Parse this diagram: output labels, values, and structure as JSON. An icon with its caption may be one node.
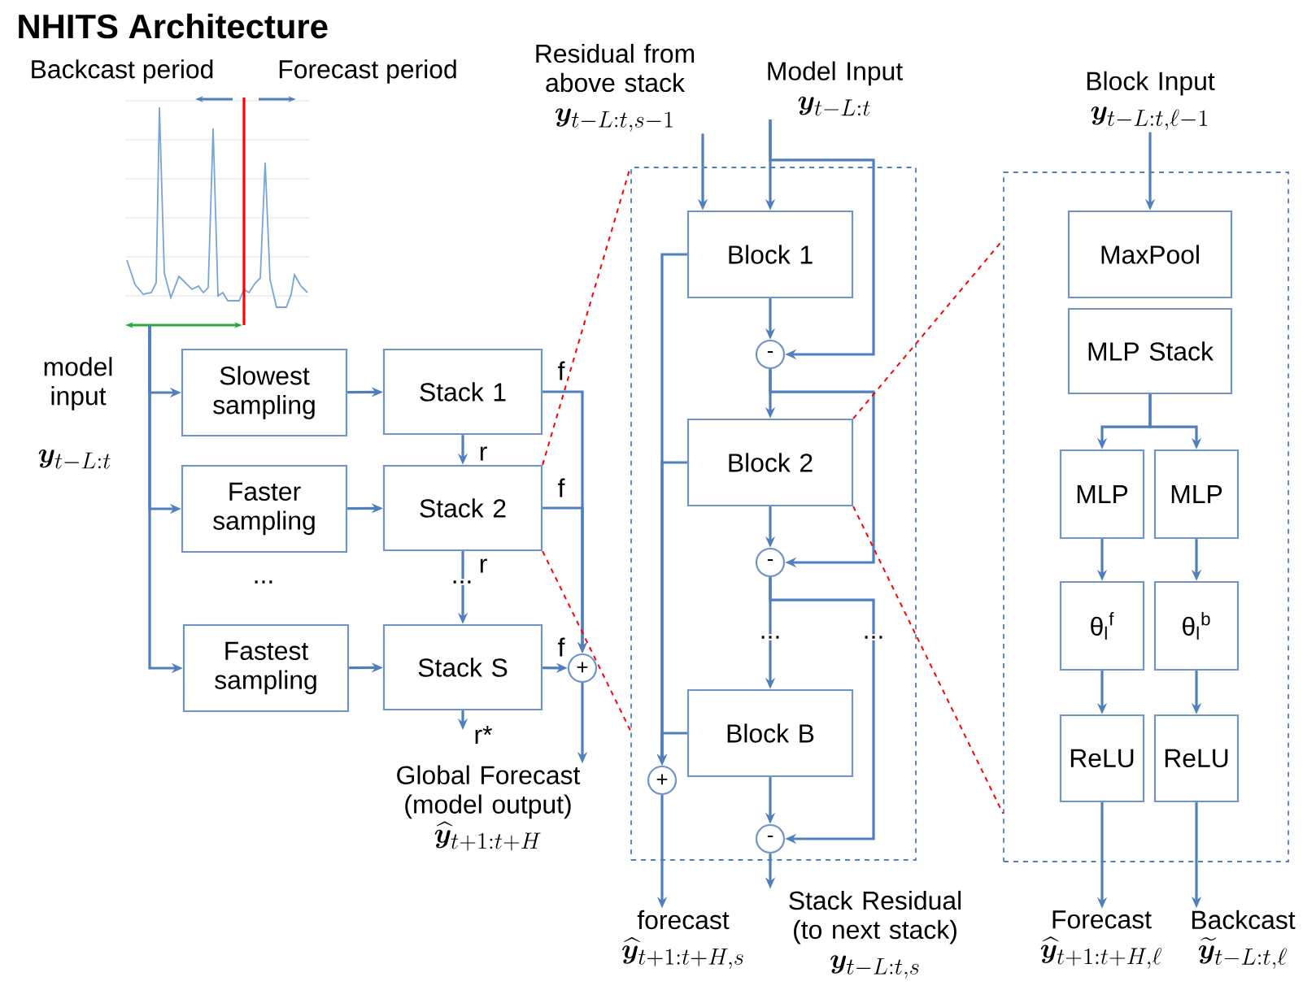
{
  "diagram": {
    "title": "NHITS Architecture",
    "nodes": [
      {
        "text": [],
        "shape": "picture"
      },
      {
        "text": [
          "Slowest sampling"
        ]
      },
      {
        "text": [
          "Faster sampling"
        ]
      },
      {
        "text": [
          "Fastest sampling"
        ]
      },
      {
        "text": [
          "Stack 1"
        ]
      },
      {
        "text": [
          "Stack 2"
        ]
      },
      {
        "text": [
          "Stack S"
        ]
      },
      {
        "text": [
          "+"
        ]
      },
      {
        "text": [
          "Global Forecast (model output)",
          "\\widehat{\\bm{y}}_{t+1:t+H}"
        ]
      },
      {
        "text": [],
        "shape": "box"
      },
      {
        "text": [
          "Residual from above stack",
          "\\bm{y}_{t-L:t,s-1}"
        ]
      },
      {
        "text": [
          "Model Input",
          "\\bm{y}_{t-L:t}"
        ]
      },
      {
        "text": [
          "Block 1"
        ],
        "in": 9
      },
      {
        "text": [
          "-"
        ],
        "in": 9
      },
      {
        "text": [
          "Block 2"
        ],
        "in": 9
      },
      {
        "text": [
          "-"
        ],
        "in": 9
      },
      {
        "text": [
          "Block B"
        ],
        "in": 9
      },
      {
        "text": [
          "-"
        ],
        "in": 9
      },
      {
        "text": [
          "+"
        ],
        "in": 9
      },
      {
        "text": [
          "forecast",
          "\\widehat{\\bm{y}}_{t+1:t+H,s}"
        ]
      },
      {
        "text": [
          "Stack Residual (to next stack)",
          "\\bm{y}_{t-L:t,s}"
        ]
      },
      {
        "text": [],
        "shape": "box"
      },
      {
        "text": [
          "Block Input",
          "\\bm{y}_{t-L:t,\\ell-1}"
        ]
      },
      {
        "text": [
          "MaxPool"
        ],
        "in": 21
      },
      {
        "text": [
          "MLP Stack"
        ],
        "in": 21
      },
      {
        "text": [
          "MLP"
        ],
        "in": 21
      },
      {
        "text": [
          "MLP"
        ],
        "in": 21
      },
      {
        "text": [
          "θ$_{l}$$^{f}$"
        ],
        "in": 21
      },
      {
        "text": [
          "θ$_{l}$$^{b}$"
        ],
        "in": 21
      },
      {
        "text": [
          "ReLU"
        ],
        "in": 21
      },
      {
        "text": [
          "ReLU"
        ],
        "in": 21
      },
      {
        "text": [
          "Forecast",
          "\\widehat{\\bm{y}}_{t+1:t+H,\\ell}"
        ]
      },
      {
        "text": [
          "Backcast",
          "\\widetilde{\\bm{y}}_{t-L:t,\\ell}"
        ]
      }
    ],
    "edges": [
      {
        "from": 0,
        "to": 1,
        "arrow": "to"
      },
      {
        "from": 0,
        "to": 2,
        "arrow": "to"
      },
      {
        "from": 0,
        "to": 3,
        "arrow": "to"
      },
      {
        "from": 1,
        "to": 4,
        "arrow": "to"
      },
      {
        "from": 2,
        "to": 5,
        "arrow": "to"
      },
      {
        "from": 3,
        "to": 6,
        "arrow": "to"
      },
      {
        "from": 4,
        "to": 5,
        "arrow": "to",
        "label": "r"
      },
      {
        "from": 5,
        "to": 6,
        "arrow": "to",
        "label": "r"
      },
      {
        "from": 6,
        "to": null,
        "arrow": "to",
        "label": "r*"
      },
      {
        "from": 4,
        "to": 7,
        "arrow": "to",
        "label": "f"
      },
      {
        "from": 5,
        "to": 7,
        "arrow": "to",
        "label": "f"
      },
      {
        "from": 6,
        "to": 7,
        "arrow": "to",
        "label": "f"
      },
      {
        "from": 7,
        "to": 8,
        "arrow": "to"
      },
      {
        "from": 10,
        "to": 12,
        "arrow": "to"
      },
      {
        "from": 11,
        "to": 12,
        "arrow": "to"
      },
      {
        "from": 11,
        "to": 13,
        "arrow": "to"
      },
      {
        "from": 12,
        "to": 13,
        "arrow": "to"
      },
      {
        "from": 13,
        "to": 14,
        "arrow": "to"
      },
      {
        "from": 13,
        "to": 15,
        "arrow": "to"
      },
      {
        "from": 14,
        "to": 15,
        "arrow": "to"
      },
      {
        "from": 15,
        "to": 16,
        "arrow": "to"
      },
      {
        "from": 15,
        "to": 17,
        "arrow": "to"
      },
      {
        "from": 16,
        "to": 17,
        "arrow": "to"
      },
      {
        "from": 17,
        "to": 20,
        "arrow": "to"
      },
      {
        "from": 12,
        "to": 18,
        "arrow": "to"
      },
      {
        "from": 14,
        "to": 18,
        "arrow": "to"
      },
      {
        "from": 16,
        "to": 18,
        "arrow": "to"
      },
      {
        "from": 18,
        "to": 19,
        "arrow": "to"
      },
      {
        "from": 22,
        "to": 23,
        "arrow": "to"
      },
      {
        "from": 24,
        "to": 25,
        "arrow": "to"
      },
      {
        "from": 24,
        "to": 26,
        "arrow": "to"
      },
      {
        "from": 25,
        "to": 27,
        "arrow": "to"
      },
      {
        "from": 26,
        "to": 28,
        "arrow": "to"
      },
      {
        "from": 27,
        "to": 29,
        "arrow": "to"
      },
      {
        "from": 28,
        "to": 30,
        "arrow": "to"
      },
      {
        "from": 29,
        "to": 31,
        "arrow": "to"
      },
      {
        "from": 30,
        "to": 32,
        "arrow": "to"
      },
      {
        "from": 5,
        "to": 9,
        "arrow": "none",
        "style": "dashed",
        "color": "#ff0000"
      },
      {
        "from": 5,
        "to": 9,
        "arrow": "none",
        "style": "dashed",
        "color": "#ff0000"
      },
      {
        "from": 14,
        "to": 21,
        "arrow": "none",
        "style": "dashed",
        "color": "#ff0000"
      },
      {
        "from": 14,
        "to": 21,
        "arrow": "none",
        "style": "dashed",
        "color": "#ff0000"
      }
    ],
    "labels": [
      "Backcast period",
      "Forecast period",
      "model input",
      "\\bm{y}_{t-L:t}",
      "...",
      "...",
      "...",
      "..."
    ]
  }
}
